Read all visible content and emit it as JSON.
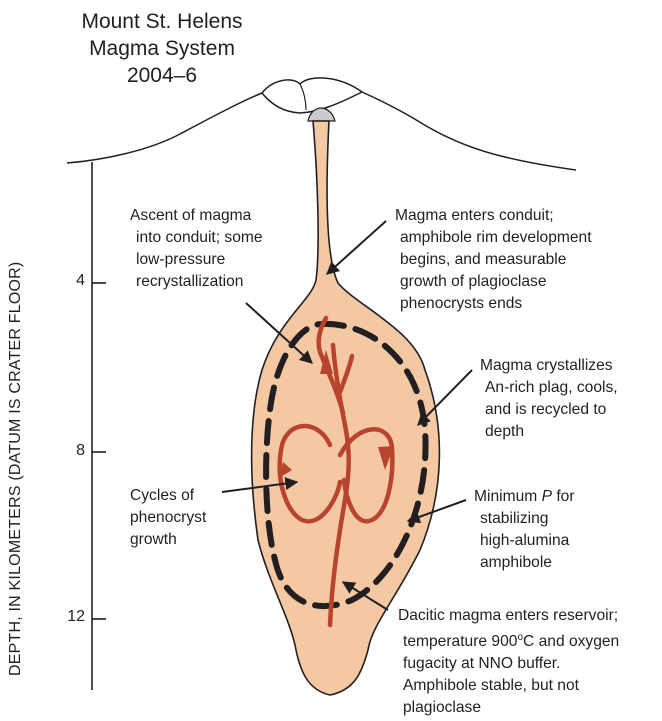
{
  "title": {
    "line1": "Mount St. Helens",
    "line2": "Magma System",
    "line3": "2004–6"
  },
  "axis": {
    "label": "DEPTH, IN KILOMETERS   (DATUM IS CRATER FLOOR)",
    "ticks": [
      "4",
      "8",
      "12"
    ],
    "tick_values_km": [
      4,
      8,
      12
    ]
  },
  "annotations": {
    "ascent": [
      "Ascent of magma",
      "into conduit; some",
      "low-pressure",
      "recrystallization"
    ],
    "conduit": [
      "Magma enters conduit;",
      "amphibole rim development",
      "begins, and measurable",
      "growth of plagioclase",
      "phenocrysts ends"
    ],
    "crystallizes": [
      "Magma crystallizes",
      "An-rich plag, cools,",
      "and is recycled to",
      "depth"
    ],
    "cycles": [
      "Cycles of",
      "phenocryst",
      "growth"
    ],
    "minimum": {
      "prefix": "Minimum ",
      "symbol": "P",
      "suffix": " for",
      "rest": [
        "stabilizing",
        "high-alumina",
        "amphibole"
      ]
    },
    "dacitic": {
      "line1": "Dacitic magma enters reservoir;",
      "line2_a": "temperature 900",
      "line2_sup": "o",
      "line2_b": "C and oxygen",
      "rest": [
        "fugacity at NNO buffer.",
        "Amphibole stable, but not",
        "plagioclase"
      ]
    }
  },
  "colors": {
    "magma": "#f3c8a3",
    "flow": "#b9442e",
    "dome": "#cbcbcb",
    "line": "#231f20"
  }
}
